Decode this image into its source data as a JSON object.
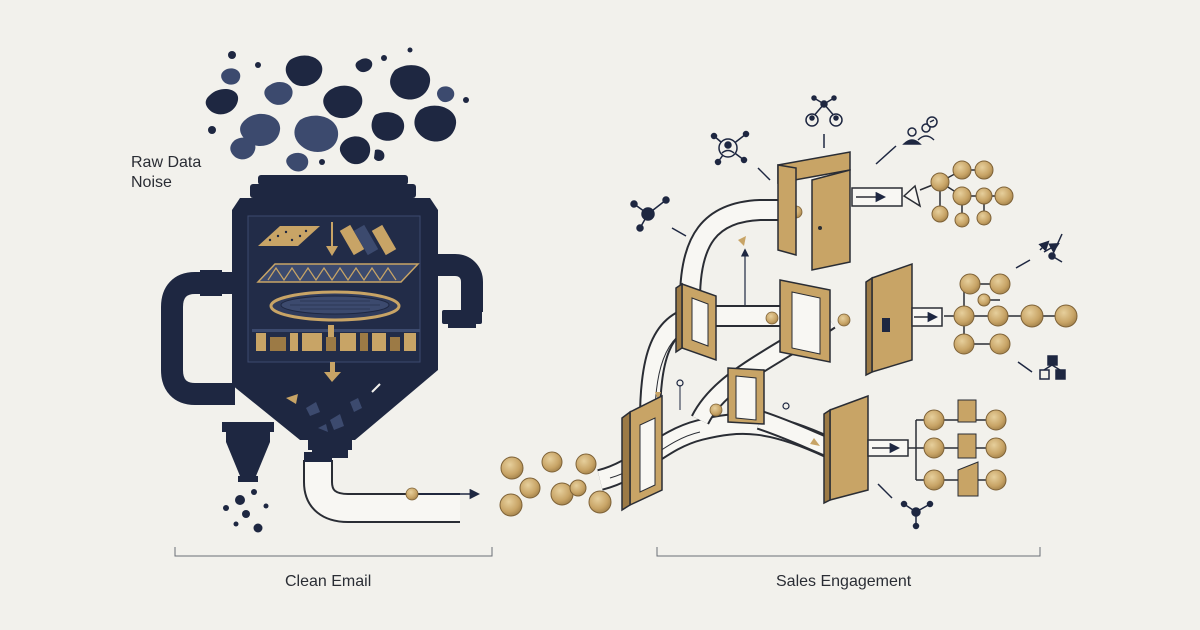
{
  "labels": {
    "raw_line1": "Raw Data",
    "raw_line2": "Noise",
    "clean": "Clean Email",
    "sales": "Sales Engagement"
  },
  "colors": {
    "background": "#f2f1ec",
    "navy": "#1e2741",
    "navy_mid": "#3c4a6e",
    "gold": "#c8a466",
    "gold_light": "#d9bd86",
    "gold_dark": "#9c7a45",
    "line": "#2a2d34",
    "pipe_fill": "#f8f7f3"
  },
  "icons": [
    "noise-cloud-icon",
    "filter-machine-icon",
    "funnel-arrow-icon",
    "door-icon",
    "network-node-icon",
    "person-network-icon",
    "users-icon",
    "hierarchy-icon",
    "share-arrows-icon"
  ]
}
